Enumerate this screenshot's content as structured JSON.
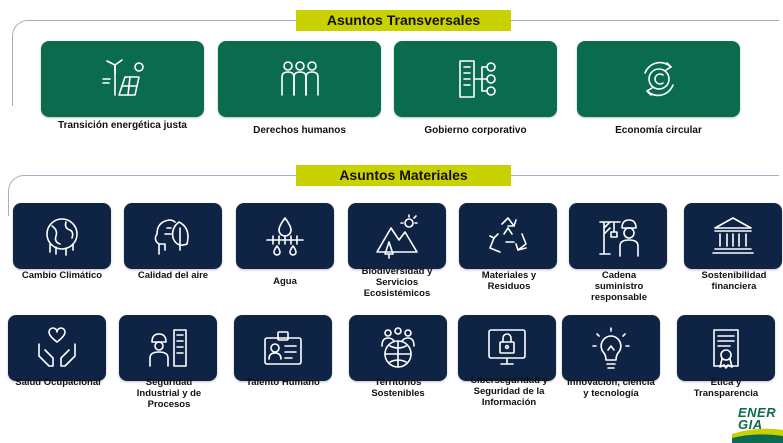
{
  "transversales": {
    "title": "Asuntos Transversales",
    "items": [
      {
        "label": "Transición energética justa",
        "icon": "wind-solar-icon"
      },
      {
        "label": "Derechos humanos",
        "icon": "people-group-icon"
      },
      {
        "label": "Gobierno corporativo",
        "icon": "building-network-icon"
      },
      {
        "label": "Economía circular",
        "icon": "circular-economy-icon"
      }
    ]
  },
  "materiales": {
    "title": "Asuntos Materiales",
    "row1": [
      {
        "label": "Cambio Climático",
        "icon": "melting-globe-icon"
      },
      {
        "label": "Calidad del aire",
        "icon": "head-leaf-icon"
      },
      {
        "label": "Agua",
        "icon": "water-drops-icon"
      },
      {
        "label": "Biodiversidad y Servicios Ecosistémicos",
        "icon": "landscape-icon"
      },
      {
        "label": "Materiales y Residuos",
        "icon": "recycle-icon"
      },
      {
        "label": "Cadena suministro responsable",
        "icon": "crane-worker-icon"
      },
      {
        "label": "Sostenibilidad financiera",
        "icon": "bank-icon"
      }
    ],
    "row2": [
      {
        "label": "Salud Ocupacional",
        "icon": "hands-heart-icon"
      },
      {
        "label": "Seguridad Industrial y de Procesos",
        "icon": "worker-buildings-icon"
      },
      {
        "label": "Talento Humano",
        "icon": "id-badge-icon"
      },
      {
        "label": "Territorios Sostenibles",
        "icon": "people-globe-icon"
      },
      {
        "label": "Ciberseguridad y Seguridad de la Información",
        "icon": "monitor-lock-icon"
      },
      {
        "label": "Innovación, ciencia y tecnología",
        "icon": "lightbulb-icon"
      },
      {
        "label": "Ética y Transparencia",
        "icon": "certificate-icon"
      }
    ]
  },
  "logo": {
    "text_line1": "ENER",
    "text_line2": "GIA"
  }
}
